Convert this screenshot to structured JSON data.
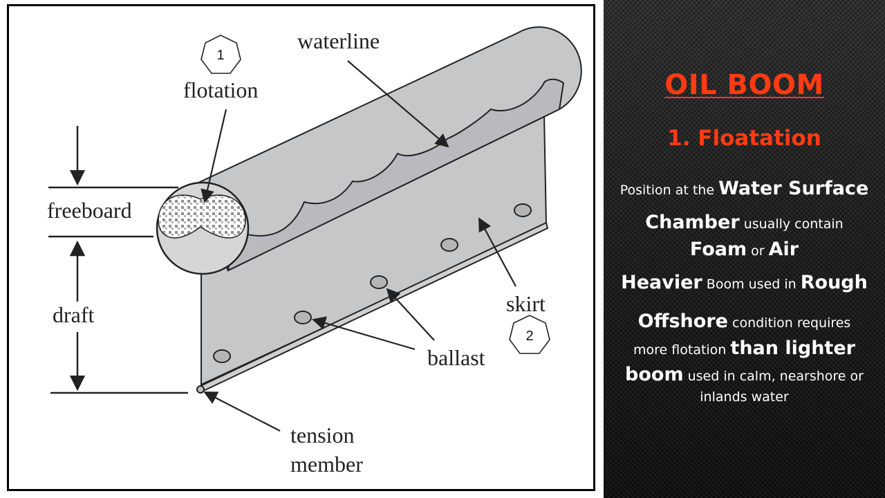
{
  "diagram": {
    "labels": {
      "waterline": "waterline",
      "flotation": "flotation",
      "freeboard": "freeboard",
      "draft": "draft",
      "skirt": "skirt",
      "ballast": "ballast",
      "tension_member_1": "tension",
      "tension_member_2": "member"
    },
    "badges": {
      "one": "1",
      "two": "2"
    }
  },
  "panel": {
    "title": "OIL BOOM",
    "subtitle": "1. Floatation",
    "l1a": "Position at the ",
    "l1b": "Water Surface",
    "l2a": "Chamber",
    "l2b": " usually contain",
    "l3a": "Foam",
    "l3b": " or ",
    "l3c": "Air",
    "l4a": "Heavier",
    "l4b": " Boom used in ",
    "l4c": "Rough",
    "l5a": "Offshore",
    "l5b": " condition requires",
    "l6a": "more flotation ",
    "l6b": "than lighter",
    "l7a": "boom",
    "l7b": " used in calm, nearshore or",
    "l8": "inlands water"
  },
  "colors": {
    "accent": "#ff3b12",
    "boom_gray": "#c6c7c9",
    "boom_dark": "#b9babd",
    "panel_bg": "#1b1b1b"
  }
}
